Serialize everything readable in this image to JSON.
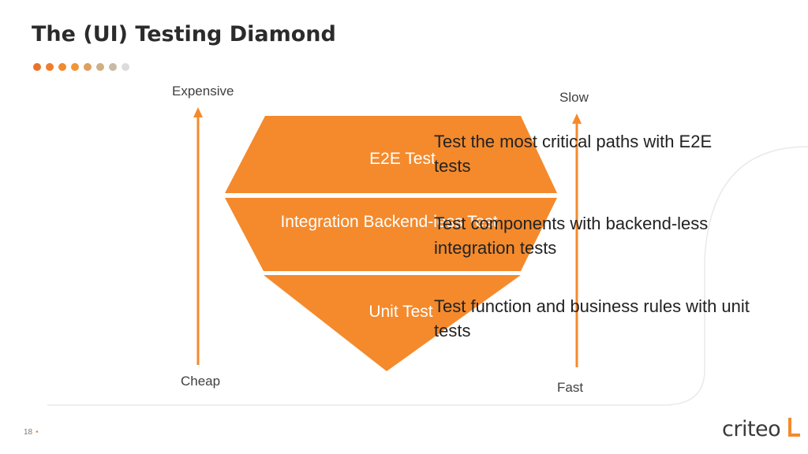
{
  "slide": {
    "title": "The (UI) Testing Diamond",
    "page_number": "18"
  },
  "colors": {
    "accent": "#f48a2c",
    "title": "#2b2b2b",
    "text": "#222222",
    "dots": [
      "#e8732a",
      "#ee7d2c",
      "#f08a2f",
      "#f19636",
      "#dda062",
      "#cfb083",
      "#c8bba6",
      "#dcdcdc"
    ]
  },
  "cost_axis": {
    "top_label": "Expensive",
    "bottom_label": "Cheap"
  },
  "speed_axis": {
    "top_label": "Slow",
    "bottom_label": "Fast"
  },
  "diamond": {
    "tiers": [
      {
        "label": "E2E Test",
        "description": "Test the most critical paths with E2E tests"
      },
      {
        "label": "Integration Backend-less Test",
        "description": "Test components with backend-less integration tests"
      },
      {
        "label": "Unit Test",
        "description": "Test function and business rules with unit tests"
      }
    ]
  },
  "logo": {
    "text": "criteo"
  }
}
